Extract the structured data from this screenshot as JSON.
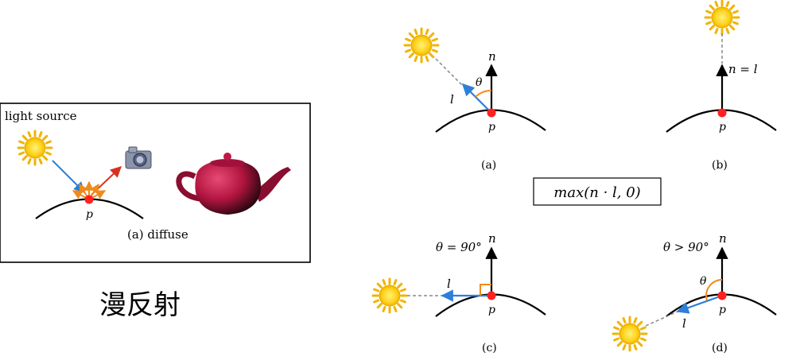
{
  "left_panel": {
    "light_source_label": "light source",
    "point_label": "p",
    "caption": "(a) diffuse",
    "icons": [
      "sun-icon",
      "camera-icon",
      "teapot-icon"
    ]
  },
  "chinese_caption": "漫反射",
  "formula": "max(n · l, 0)",
  "diagrams": {
    "a": {
      "caption": "(a)",
      "normal": "n",
      "light": "l",
      "angle": "θ",
      "point": "p"
    },
    "b": {
      "caption": "(b)",
      "normal_eq": "n = l",
      "point": "p"
    },
    "c": {
      "caption": "(c)",
      "normal": "n",
      "light": "l",
      "angle_text": "θ = 90°",
      "point": "p"
    },
    "d": {
      "caption": "(d)",
      "normal": "n",
      "light": "l",
      "angle": "θ",
      "angle_text": "θ > 90°",
      "point": "p"
    }
  },
  "colors": {
    "light_vector": "#2f7fd8",
    "point": "#ff2020",
    "angle_arc": "#f08a1a",
    "sun_core": "#ffd21a",
    "teapot": "#c21a4a"
  }
}
